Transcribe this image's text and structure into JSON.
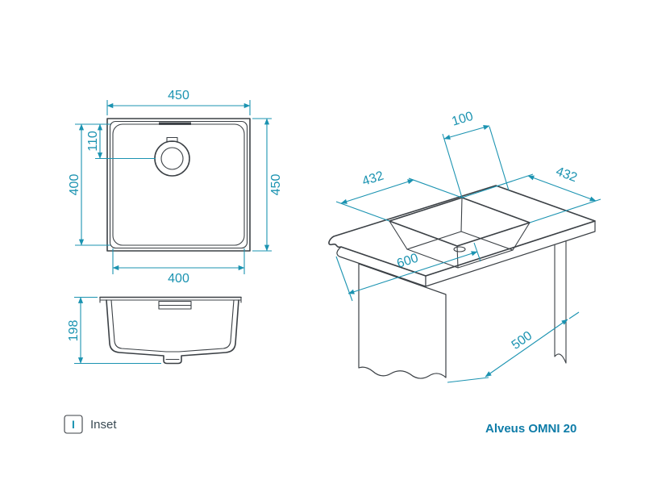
{
  "colors": {
    "dimension": "#1b93b1",
    "drawing_line": "#3b4045",
    "brand_text": "#0e7ca8",
    "legend_text": "#3a4a53",
    "background": "#ffffff"
  },
  "top_view": {
    "width_top": "450",
    "height_outer": "450",
    "height_inner": "400",
    "drain_offset": "110",
    "width_inner": "400"
  },
  "side_view": {
    "depth": "198"
  },
  "iso_view": {
    "edge_distance": "100",
    "cutout_width": "432",
    "cutout_depth": "432",
    "cabinet_width": "600",
    "cabinet_height": "500"
  },
  "legend": {
    "icon_letter": "I",
    "label": "Inset"
  },
  "footer": {
    "product": "Alveus OMNI 20"
  }
}
